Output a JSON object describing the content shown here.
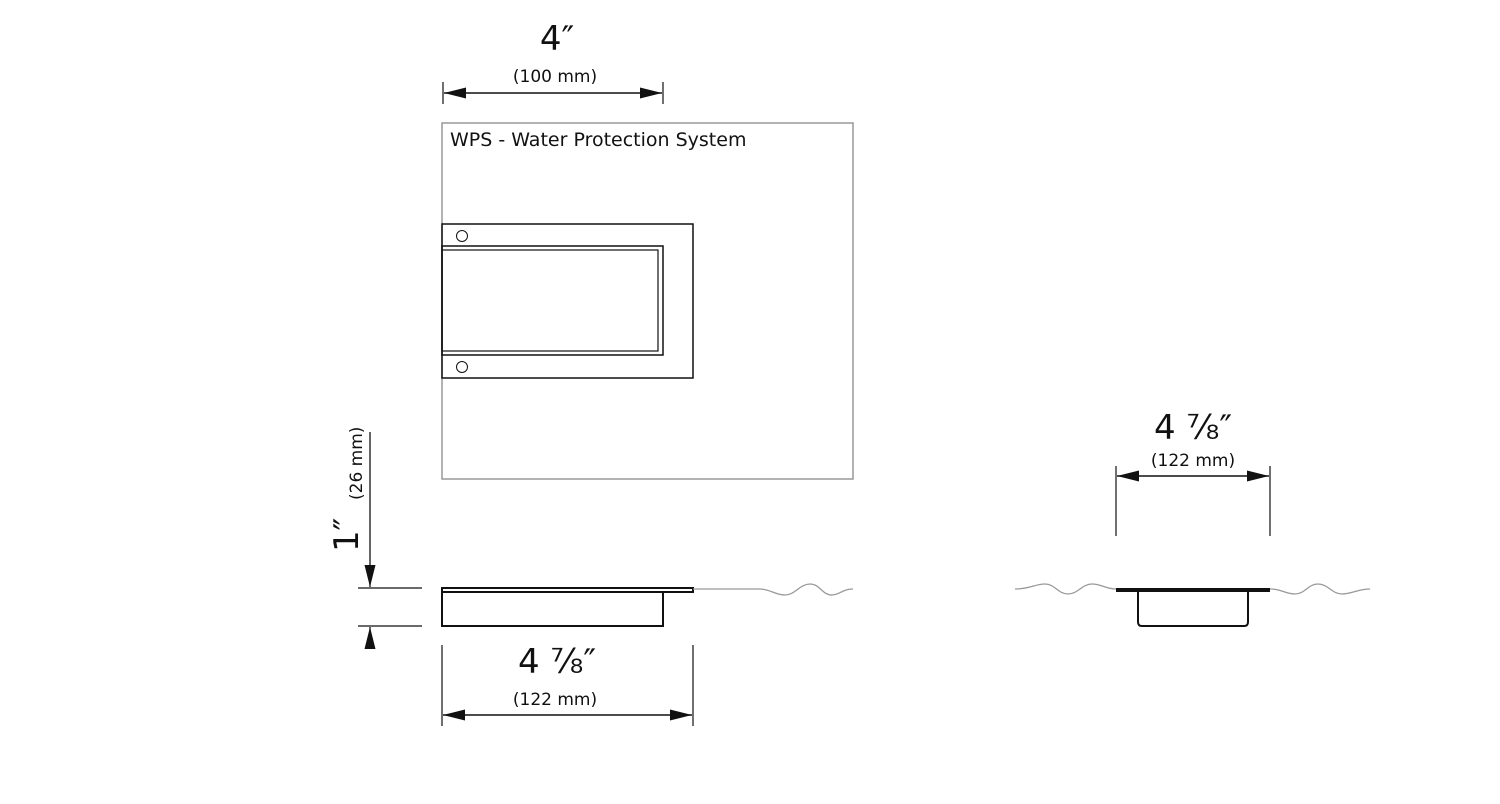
{
  "top_view": {
    "title": "WPS - Water Protection System",
    "width_dimension": {
      "imperial": "4″",
      "metric": "(100 mm)"
    }
  },
  "side_view_left": {
    "height_dimension": {
      "imperial": "1″",
      "metric": "(26 mm)"
    },
    "width_dimension": {
      "imperial": "4 ⅞″",
      "metric": "(122 mm)"
    }
  },
  "side_view_right": {
    "width_dimension": {
      "imperial": "4 ⅞″",
      "metric": "(122 mm)"
    }
  },
  "colors": {
    "line": "#111111",
    "outline": "#999999"
  }
}
